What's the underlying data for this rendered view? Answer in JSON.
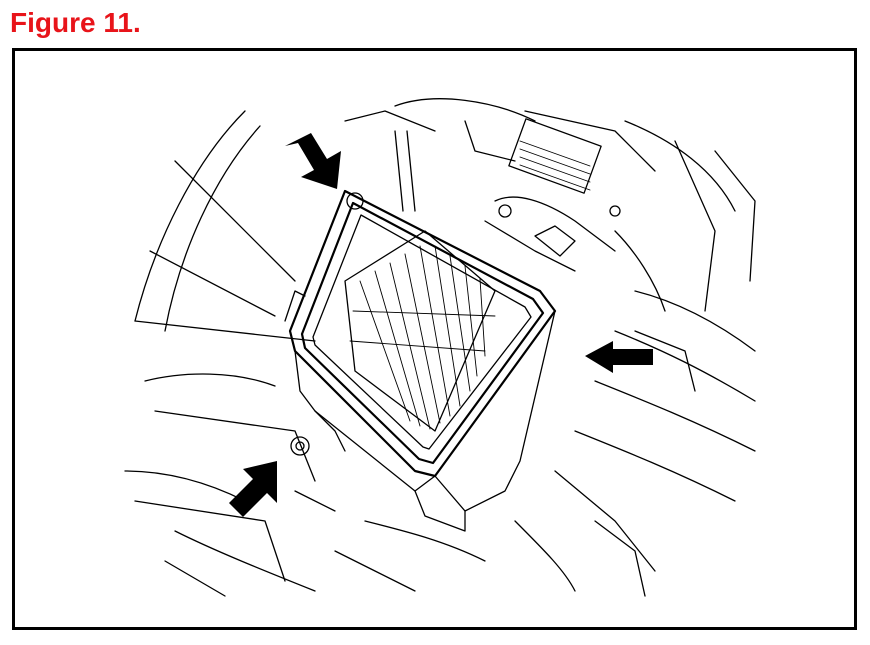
{
  "figure": {
    "title": "Figure 11.",
    "title_color": "#e8141a"
  },
  "illustration": {
    "subject": "air-filter-housing",
    "callout_arrows": [
      "arrow-upper-left",
      "arrow-right",
      "arrow-lower-left"
    ]
  }
}
